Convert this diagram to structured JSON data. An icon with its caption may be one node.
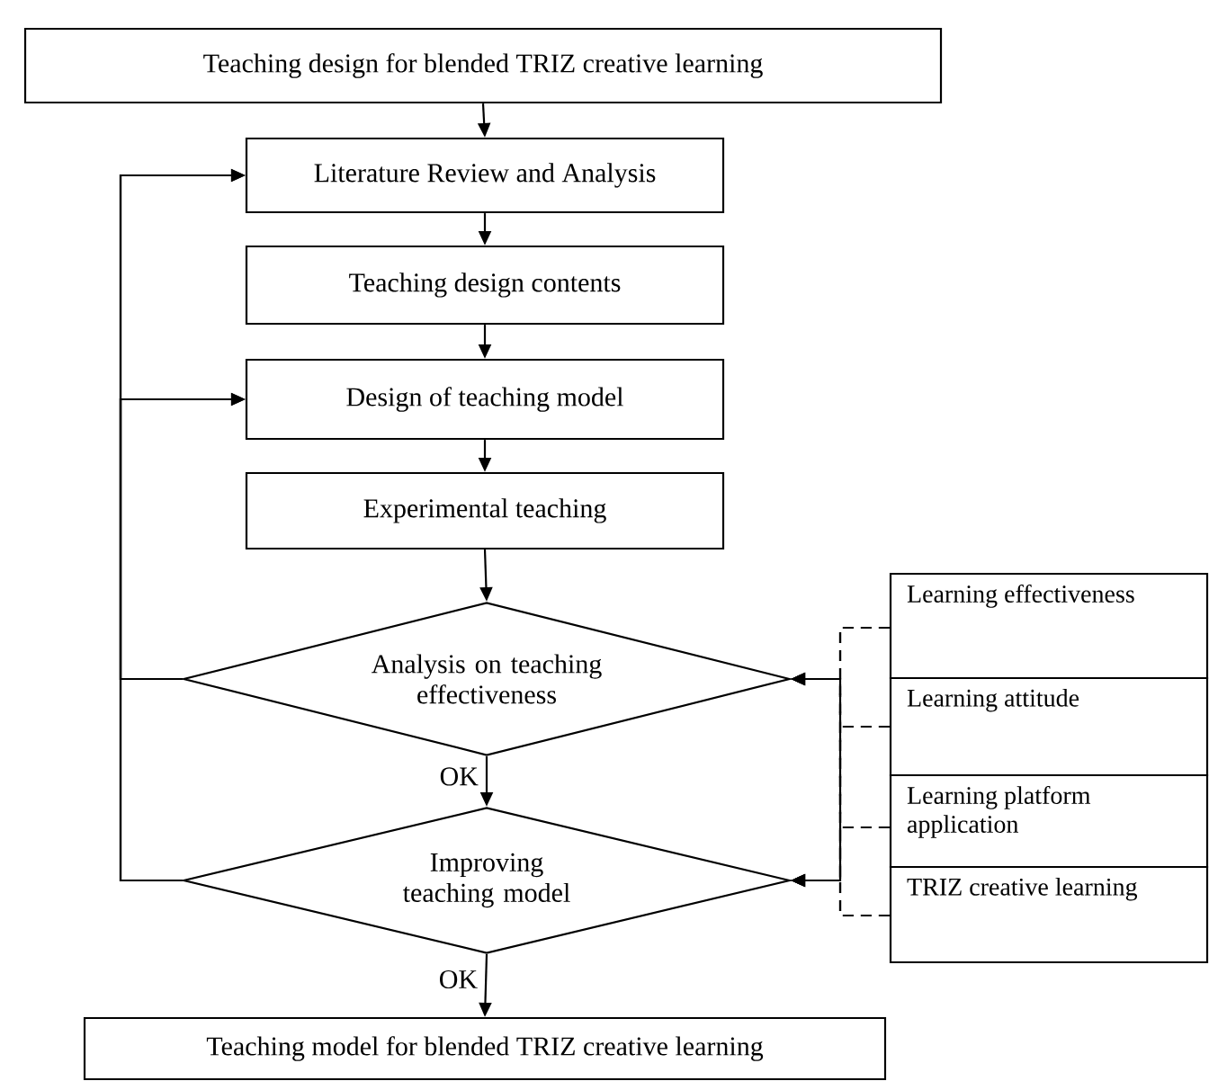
{
  "diagram": {
    "nodes": [
      {
        "text": [
          "Teaching design for blended TRIZ creative learning"
        ]
      },
      {
        "text": [
          "Literature Review and Analysis"
        ]
      },
      {
        "text": [
          "Teaching design contents"
        ]
      },
      {
        "text": [
          "Design of teaching model"
        ]
      },
      {
        "text": [
          "Experimental teaching"
        ]
      },
      {
        "text": [
          "Analysis on teaching effectiveness"
        ]
      },
      {
        "text": [
          "Improving teaching model"
        ]
      },
      {
        "text": [
          "Teaching model for blended TRIZ creative learning"
        ]
      },
      {
        "text": [
          "Learning effectiveness"
        ]
      },
      {
        "text": [
          "Learning attitude"
        ]
      },
      {
        "text": [
          "Learning platform application"
        ]
      },
      {
        "text": [
          "TRIZ creative learning"
        ]
      }
    ],
    "edges": [
      {
        "from": 0,
        "to": 1,
        "arrow": "to"
      },
      {
        "from": 1,
        "to": 2,
        "arrow": "to"
      },
      {
        "from": 2,
        "to": 3,
        "arrow": "to"
      },
      {
        "from": 3,
        "to": 4,
        "arrow": "to"
      },
      {
        "from": 4,
        "to": 5,
        "arrow": "to"
      },
      {
        "from": 5,
        "to": 6,
        "arrow": "to",
        "label": "OK"
      },
      {
        "from": 6,
        "to": 7,
        "arrow": "to",
        "label": "OK"
      },
      {
        "from": 5,
        "to": 1,
        "arrow": "to"
      },
      {
        "from": 5,
        "to": 3,
        "arrow": "to"
      },
      {
        "from": 6,
        "to": 1,
        "arrow": "to"
      },
      {
        "from": 6,
        "to": 3,
        "arrow": "to"
      },
      {
        "from": 8,
        "to": 5,
        "arrow": "to",
        "style": "dashed"
      },
      {
        "from": 9,
        "to": 5,
        "arrow": "to",
        "style": "dashed"
      },
      {
        "from": 10,
        "to": 5,
        "arrow": "to",
        "style": "dashed"
      },
      {
        "from": 11,
        "to": 5,
        "arrow": "to",
        "style": "dashed"
      },
      {
        "from": 8,
        "to": 6,
        "arrow": "to",
        "style": "dashed"
      },
      {
        "from": 9,
        "to": 6,
        "arrow": "to",
        "style": "dashed"
      },
      {
        "from": 10,
        "to": 6,
        "arrow": "to",
        "style": "dashed"
      },
      {
        "from": 11,
        "to": 6,
        "arrow": "to",
        "style": "dashed"
      }
    ]
  }
}
